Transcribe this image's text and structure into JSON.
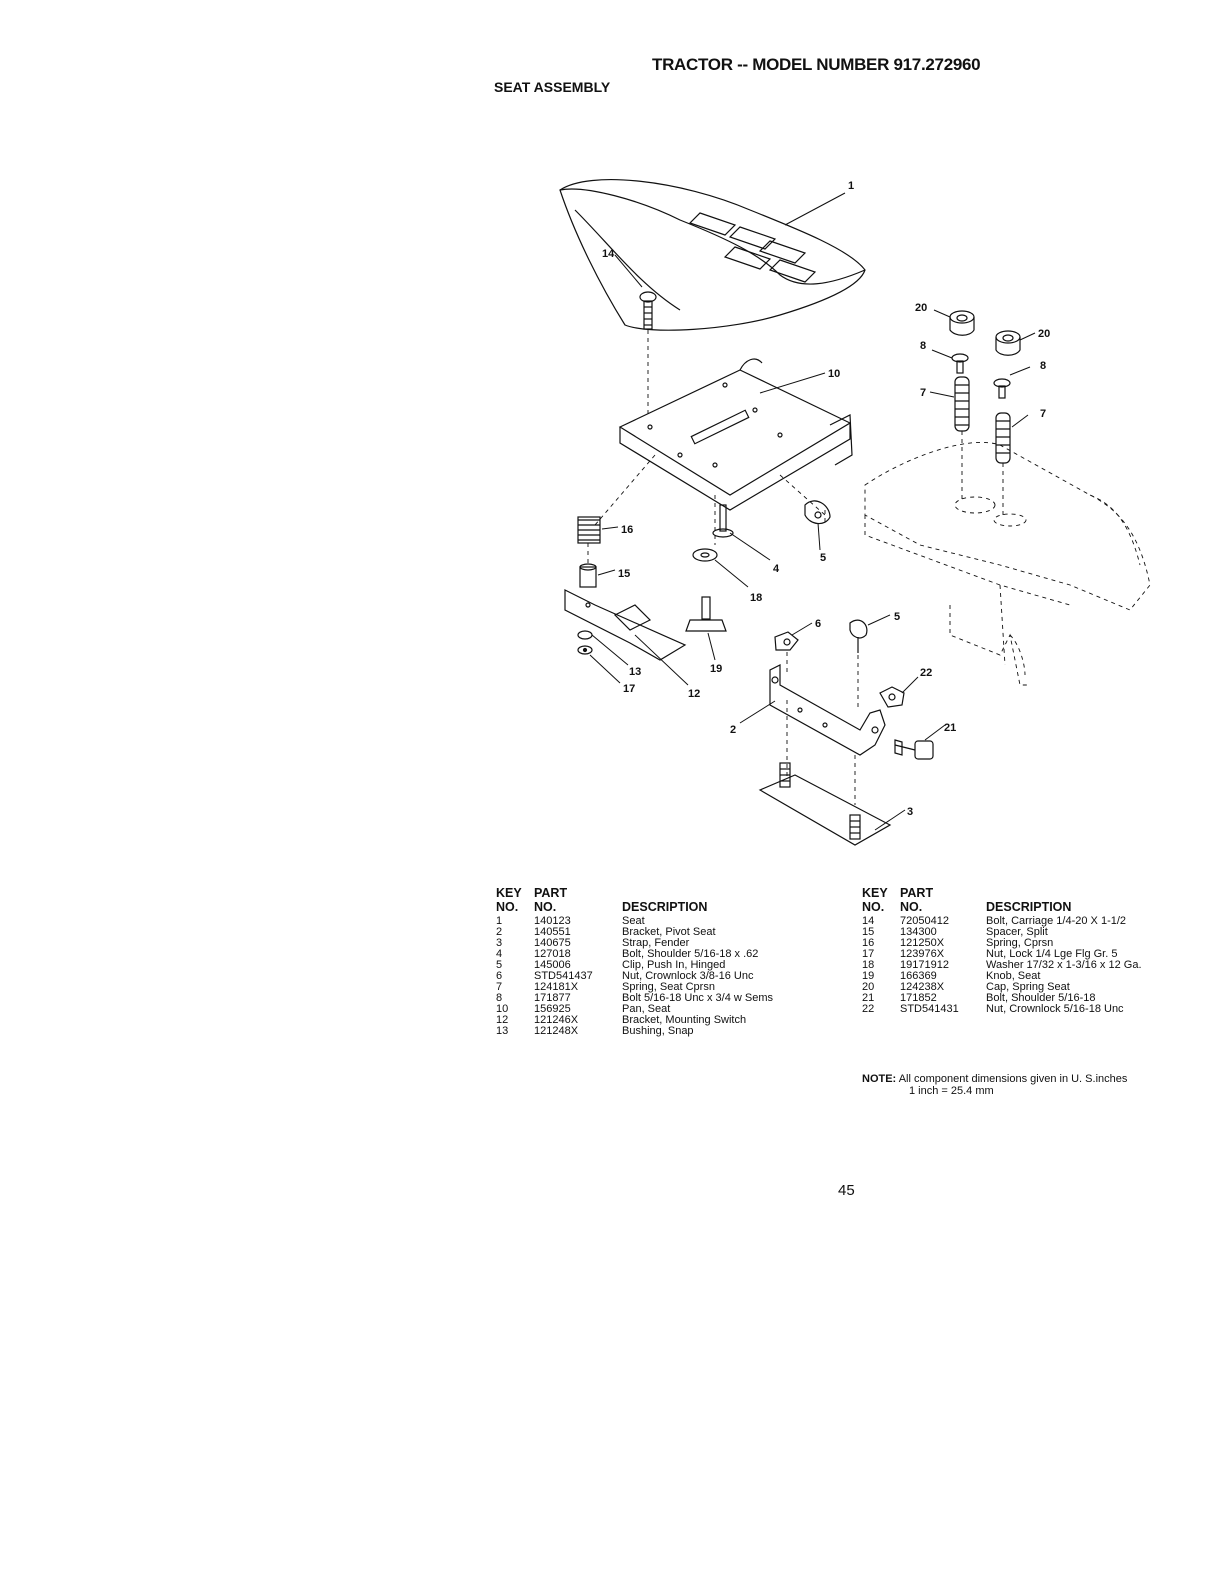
{
  "header": {
    "title": "TRACTOR -- MODEL NUMBER 917.272960",
    "subtitle": "SEAT ASSEMBLY"
  },
  "callouts": [
    "1",
    "2",
    "3",
    "4",
    "5",
    "5",
    "6",
    "7",
    "7",
    "8",
    "8",
    "10",
    "12",
    "13",
    "14",
    "15",
    "16",
    "17",
    "18",
    "19",
    "20",
    "20",
    "21",
    "22"
  ],
  "table_headers": {
    "key_line1": "KEY",
    "key_line2": "NO.",
    "part_line1": "PART",
    "part_line2": "NO.",
    "description": "DESCRIPTION"
  },
  "parts_left": [
    {
      "key": "1",
      "part": "140123",
      "desc": "Seat"
    },
    {
      "key": "2",
      "part": "140551",
      "desc": "Bracket, Pivot Seat"
    },
    {
      "key": "3",
      "part": "140675",
      "desc": "Strap, Fender"
    },
    {
      "key": "4",
      "part": "127018",
      "desc": "Bolt, Shoulder 5/16-18 x .62"
    },
    {
      "key": "5",
      "part": "145006",
      "desc": "Clip, Push In, Hinged"
    },
    {
      "key": "6",
      "part": "STD541437",
      "desc": "Nut, Crownlock 3/8-16 Unc"
    },
    {
      "key": "7",
      "part": "124181X",
      "desc": "Spring, Seat Cprsn"
    },
    {
      "key": "8",
      "part": "171877",
      "desc": "Bolt 5/16-18 Unc x 3/4 w Sems"
    },
    {
      "key": "10",
      "part": "156925",
      "desc": "Pan, Seat"
    },
    {
      "key": "12",
      "part": "121246X",
      "desc": "Bracket, Mounting Switch"
    },
    {
      "key": "13",
      "part": "121248X",
      "desc": "Bushing, Snap"
    }
  ],
  "parts_right": [
    {
      "key": "14",
      "part": "72050412",
      "desc": "Bolt, Carriage 1/4-20 X 1-1/2"
    },
    {
      "key": "15",
      "part": "134300",
      "desc": "Spacer, Split"
    },
    {
      "key": "16",
      "part": "121250X",
      "desc": "Spring, Cprsn"
    },
    {
      "key": "17",
      "part": "123976X",
      "desc": "Nut, Lock 1/4 Lge Flg Gr. 5"
    },
    {
      "key": "18",
      "part": "19171912",
      "desc": "Washer 17/32 x 1-3/16 x 12 Ga."
    },
    {
      "key": "19",
      "part": "166369",
      "desc": "Knob, Seat"
    },
    {
      "key": "20",
      "part": "124238X",
      "desc": "Cap, Spring Seat"
    },
    {
      "key": "21",
      "part": "171852",
      "desc": "Bolt, Shoulder 5/16-18"
    },
    {
      "key": "22",
      "part": "STD541431",
      "desc": "Nut, Crownlock 5/16-18 Unc"
    }
  ],
  "note": {
    "label": "NOTE:",
    "line1": "All component dimensions given in U. S.inches",
    "line2": "1 inch = 25.4 mm"
  },
  "page_number": "45"
}
